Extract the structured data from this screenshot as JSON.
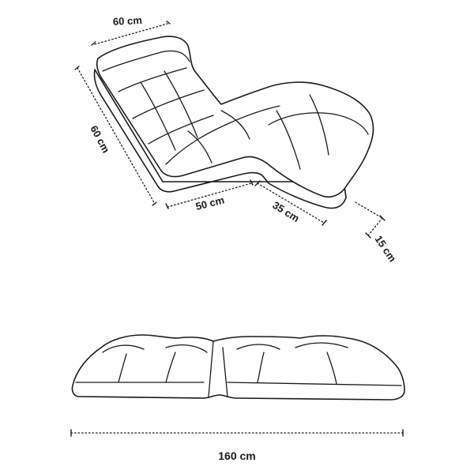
{
  "dimensions": {
    "top_width": "60 cm",
    "back_length": "60 cm",
    "seat_length": "50 cm",
    "leg_length": "35 cm",
    "thickness": "15 cm",
    "total_length": "160 cm"
  },
  "colors": {
    "line": "#1a1a1a",
    "fill": "#ffffff"
  }
}
